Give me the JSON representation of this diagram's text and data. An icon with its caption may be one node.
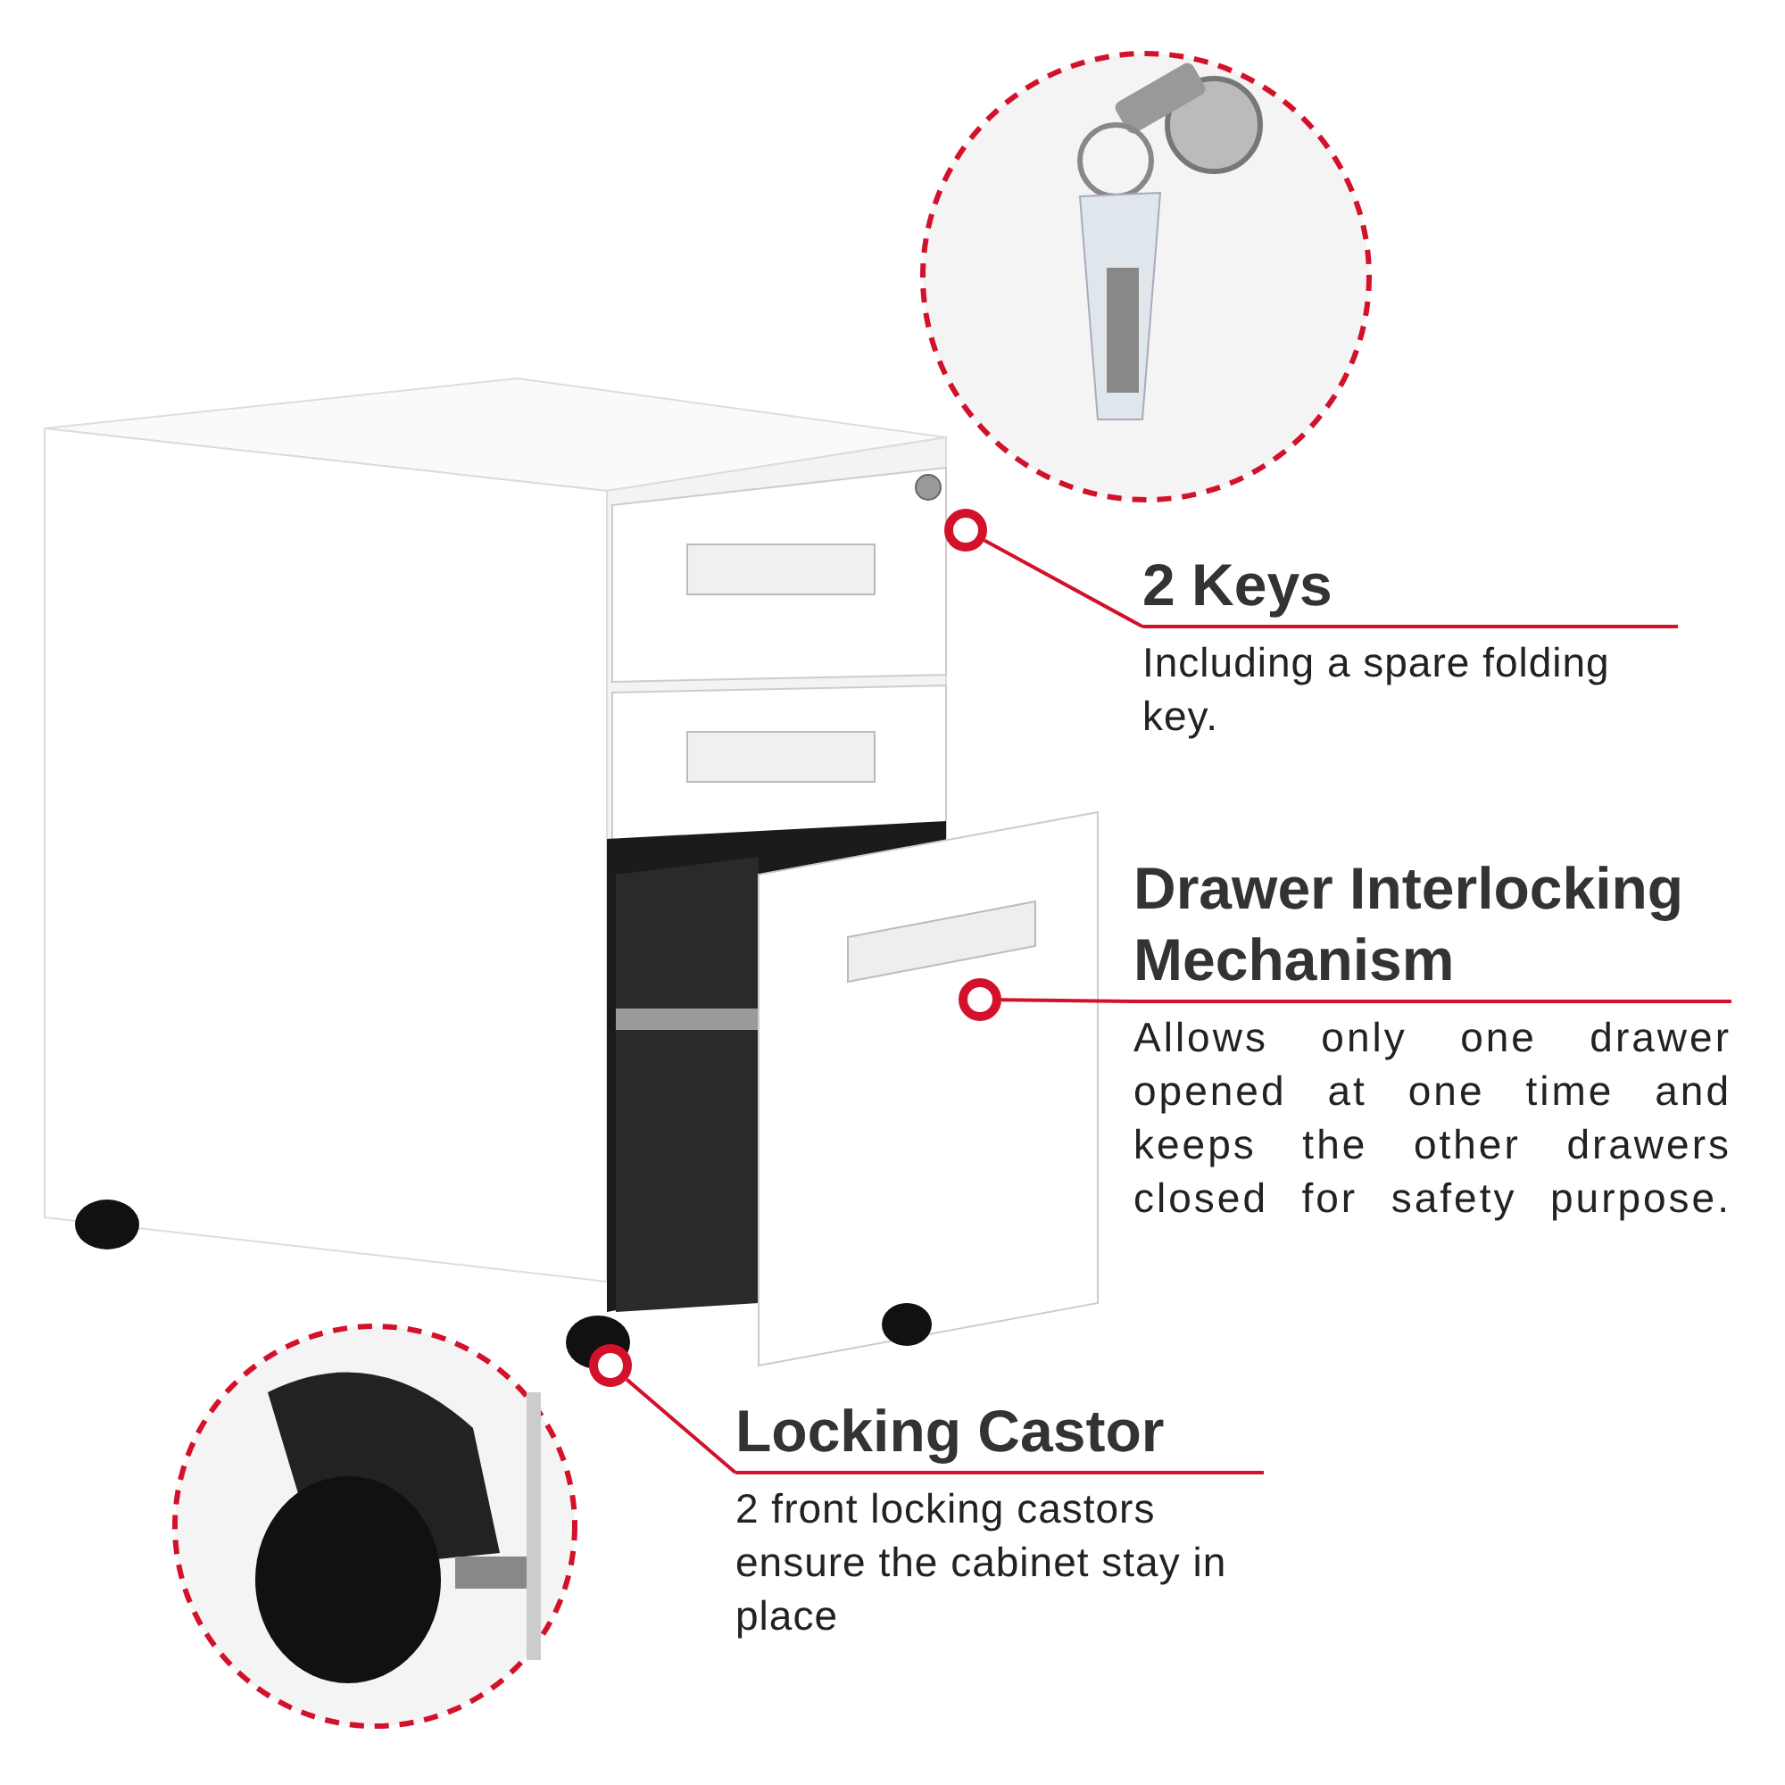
{
  "diagram": {
    "nodes": [
      {
        "text": [
          "2 Keys",
          "Including a spare folding key."
        ]
      },
      {
        "text": [
          "Drawer Interlocking Mechanism",
          "Allows only one drawer opened at one time and keeps the other drawers closed for safety purpose."
        ]
      },
      {
        "text": [
          "Locking Castor",
          "2 front locking castors ensure the cabinet stay in place"
        ]
      },
      {
        "text": [],
        "shape": "circle"
      },
      {
        "text": [],
        "shape": "circle"
      },
      {
        "text": [],
        "shape": "circle"
      }
    ],
    "edges": [
      {
        "from": 0,
        "to": 3,
        "arrow": "none"
      },
      {
        "from": 1,
        "to": 4,
        "arrow": "none"
      },
      {
        "from": 2,
        "to": 5,
        "arrow": "none"
      }
    ]
  }
}
